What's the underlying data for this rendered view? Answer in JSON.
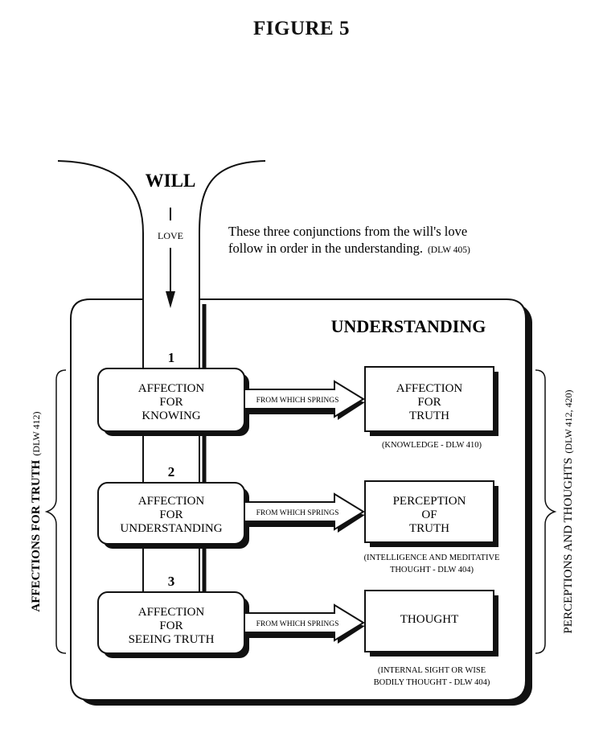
{
  "title": "FIGURE 5",
  "will": "WILL",
  "love": "LOVE",
  "intro": {
    "line1": "These three conjunctions from the will's love",
    "line2": "follow in order in the understanding.",
    "ref": "(DLW 405)"
  },
  "understanding": "UNDERSTANDING",
  "left_label": {
    "main": "AFFECTIONS FOR TRUTH",
    "ref": "(DLW 412)"
  },
  "right_label": {
    "main": "PERCEPTIONS AND THOUGHTS",
    "ref": "(DLW 412, 420)"
  },
  "steps": [
    {
      "number": "1",
      "affection": [
        "AFFECTION",
        "FOR",
        "KNOWING"
      ],
      "arrow": "FROM WHICH SPRINGS",
      "result": [
        "AFFECTION",
        "FOR",
        "TRUTH"
      ],
      "note": [
        "(KNOWLEDGE - DLW 410)"
      ]
    },
    {
      "number": "2",
      "affection": [
        "AFFECTION",
        "FOR",
        "UNDERSTANDING"
      ],
      "arrow": "FROM WHICH SPRINGS",
      "result": [
        "PERCEPTION",
        "OF",
        "TRUTH"
      ],
      "note": [
        "(INTELLIGENCE AND MEDITATIVE",
        "THOUGHT - DLW 404)"
      ]
    },
    {
      "number": "3",
      "affection": [
        "AFFECTION",
        "FOR",
        "SEEING TRUTH"
      ],
      "arrow": "FROM WHICH SPRINGS",
      "result": [
        "THOUGHT"
      ],
      "note": [
        "(INTERNAL SIGHT OR WISE",
        "BODILY THOUGHT - DLW 404)"
      ]
    }
  ]
}
